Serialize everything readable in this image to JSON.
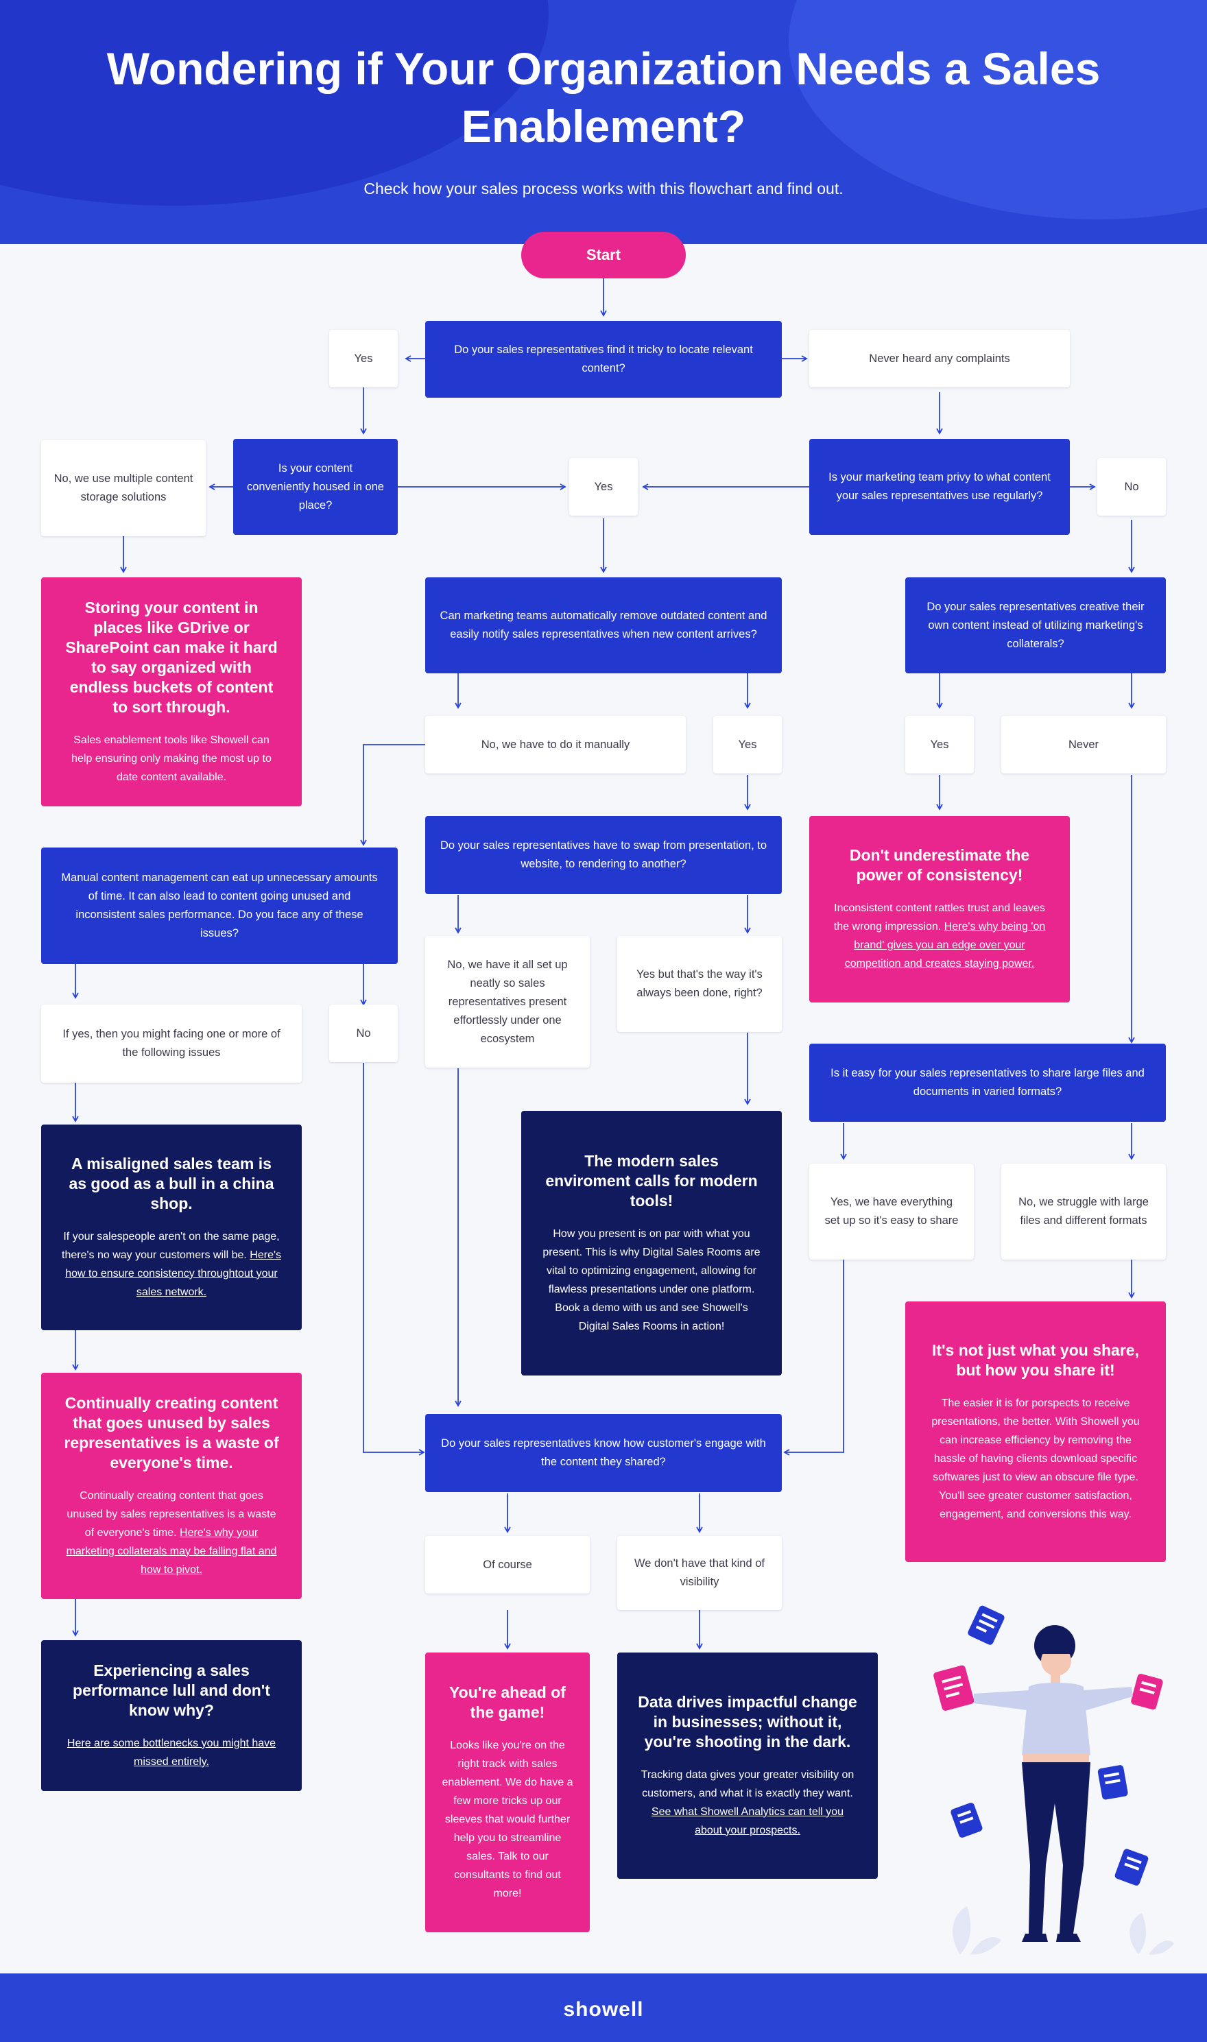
{
  "header": {
    "title": "Wondering if Your Organization Needs a Sales Enablement?",
    "subtitle": "Check how your sales process works with this flowchart and find out."
  },
  "start": "Start",
  "nodes": {
    "q1": "Do your sales representatives find it tricky to locate relevant content?",
    "a1_yes": "Yes",
    "a1_never": "Never heard any complaints",
    "q2": "Is your content conveniently housed in one place?",
    "a2_no": "No, we use multiple content storage solutions",
    "a2_yes": "Yes",
    "q3": "Is your marketing team privy to what content your sales representatives use regularly?",
    "a3_no": "No",
    "q4": "Can marketing teams automatically remove outdated content and easily notify sales representatives when new content arrives?",
    "a4_no": "No, we have to do it manually",
    "a4_yes": "Yes",
    "q5": "Do your sales representatives creative their own content instead of utilizing marketing's collaterals?",
    "a5_yes": "Yes",
    "a5_never": "Never",
    "q6": "Manual content management can eat up unnecessary amounts of time. It can also lead to content going unused and inconsistent sales performance. Do you face any of these issues?",
    "a6_yes": "If yes, then you might facing one or more of the following issues",
    "a6_no": "No",
    "q7": "Do your sales representatives have to swap from presentation, to website, to rendering to another?",
    "a7_no": "No, we have it all set up neatly so sales representatives present effortlessly under one ecosystem",
    "a7_yes": "Yes but that's the way it's always been done, right?",
    "q8": "Is it easy for your sales representatives to share large files and documents in varied formats?",
    "a8_yes": "Yes, we have everything set up so it's easy to share",
    "a8_no": "No, we struggle with large files and different formats",
    "q9": "Do your sales representatives know how customer's engage with the content they shared?",
    "a9_yes": "Of course",
    "a9_no": "We don't have that kind of visibility"
  },
  "results": {
    "storing": {
      "heading": "Storing your content in places like GDrive or SharePoint can make it hard to say organized with endless buckets of content to sort through.",
      "body": "Sales enablement tools like Showell can help ensuring only making the most up to date content available."
    },
    "consistency": {
      "heading": "Don't underestimate the power of consistency!",
      "body": "Inconsistent content rattles trust and leaves the wrong impression. ",
      "link": "Here's why being 'on brand' gives you an edge over your competition and creates staying power."
    },
    "misaligned": {
      "heading": "A misaligned sales team is as good as a bull in a china shop.",
      "body": "If your salespeople aren't on the same page, there's no way your customers will be. ",
      "link": "Here's how to ensure consistency throughtout your sales network."
    },
    "modern": {
      "heading": "The modern sales enviroment calls for modern tools!",
      "body": "How you present is on par with what you present. This is why Digital Sales Rooms are vital to optimizing engagement, allowing for flawless presentations under one platform. Book a demo with us and see Showell's Digital Sales Rooms in action!"
    },
    "share": {
      "heading": "It's not just what you share, but how you share it!",
      "body": "The easier it is for porspects to receive presentations, the better. With Showell you can increase efficiency by removing the hassle of having clients download specific softwares just to view an obscure file type. You'll see greater customer satisfaction, engagement, and conversions this way."
    },
    "waste": {
      "heading": "Continually creating content that goes unused by sales representatives is a waste of everyone's time.",
      "body": "Continually creating content that goes unused by sales representatives is a waste of everyone's time. ",
      "link": "Here's why your marketing collaterals may be falling flat and how to pivot."
    },
    "lull": {
      "heading": "Experiencing a sales performance lull and don't know why?",
      "link": "Here are some bottlenecks you might have missed entirely."
    },
    "ahead": {
      "heading": "You're ahead of the game!",
      "body": "Looks like you're on the right track with sales enablement. We do have a few more tricks up our sleeves that would further help you to streamline sales. Talk to our consultants to find out more!"
    },
    "data": {
      "heading": "Data drives impactful change in businesses; without it, you're shooting in the dark.",
      "body": "Tracking data gives your greater visibility on customers, and what it is exactly they want. ",
      "link": "See what Showell Analytics can tell you about your prospects."
    }
  },
  "footer": {
    "logo": "showell"
  },
  "colors": {
    "question": "#2238cf",
    "answer": "#ffffff",
    "pink": "#e8268e",
    "navy": "#121a5e",
    "header": "#2a44d6"
  }
}
